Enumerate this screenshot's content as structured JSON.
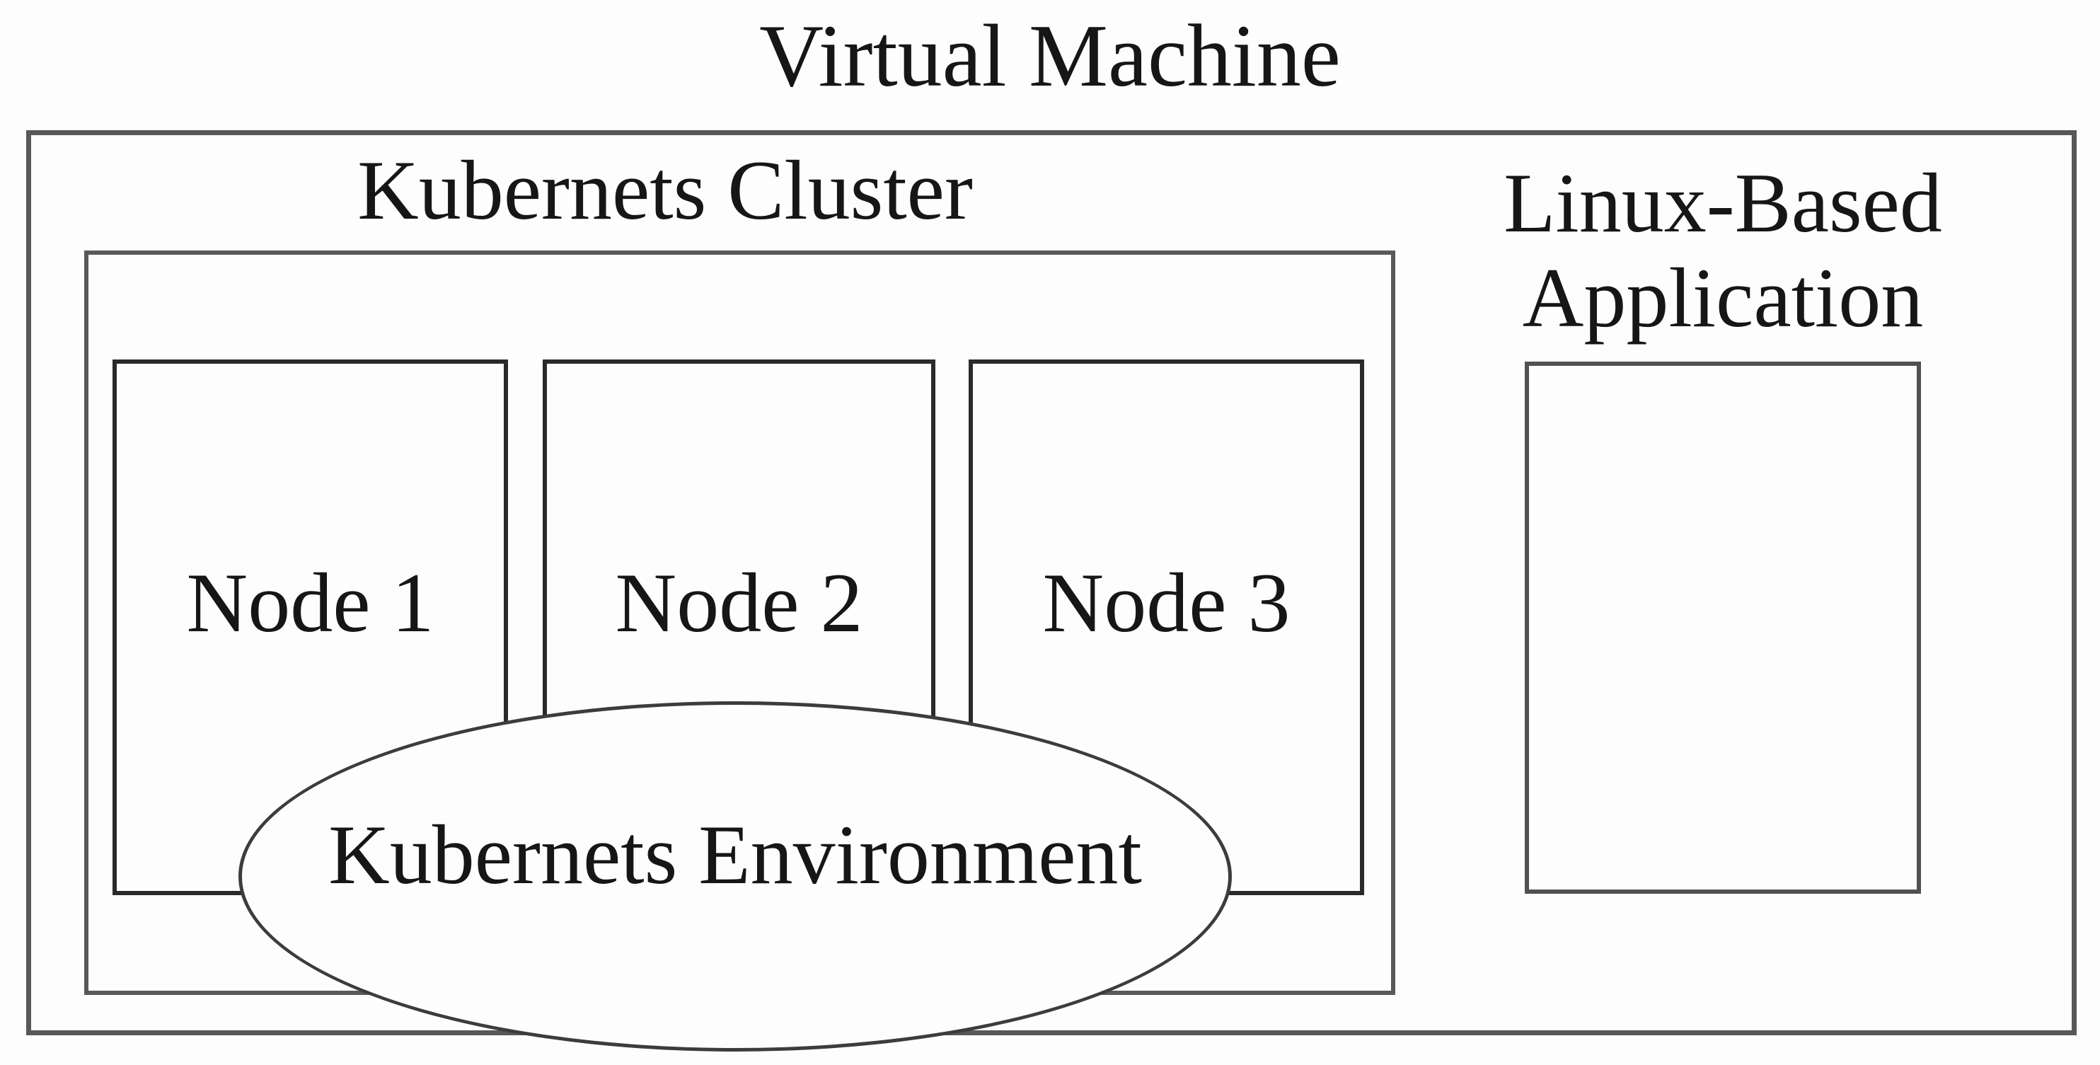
{
  "figure": {
    "title": "Virtual Machine",
    "cluster": {
      "label": "Kubernets Cluster",
      "nodes": [
        {
          "label": "Node 1"
        },
        {
          "label": "Node 2"
        },
        {
          "label": "Node 3"
        }
      ],
      "environment": {
        "label": "Kubernets Environment"
      }
    },
    "application": {
      "label_lines": [
        "Linux-Based",
        "Application"
      ]
    },
    "colors": {
      "outer_border": "#585858",
      "cluster_border": "#595959",
      "node_border": "#2a2a2a",
      "application_border": "#515151",
      "ellipse_stroke": "#3c3c3c",
      "text": "#161616",
      "background": "#fdfdfd"
    }
  }
}
